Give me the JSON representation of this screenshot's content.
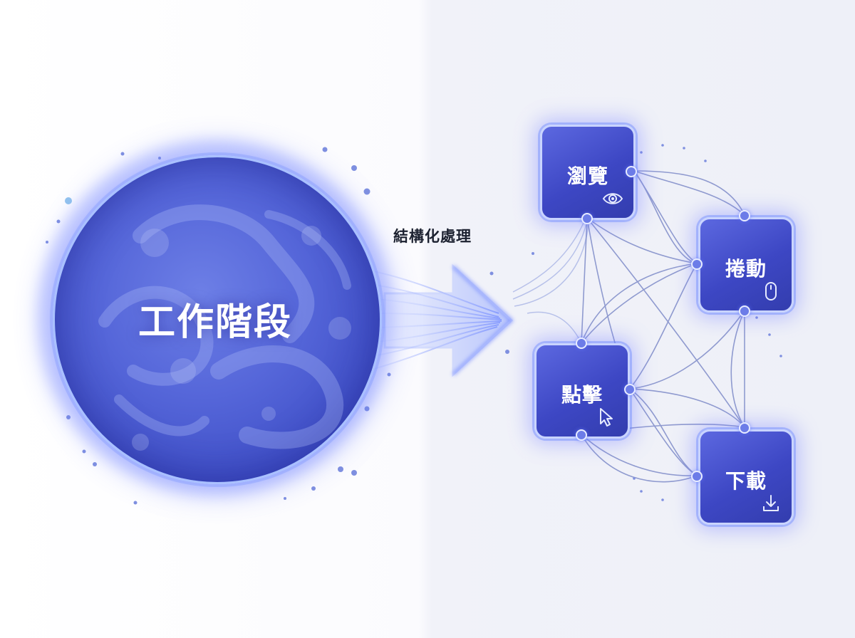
{
  "session": {
    "label": "工作階段"
  },
  "arrow": {
    "label": "結構化處理"
  },
  "nodes": [
    {
      "label": "瀏覽",
      "icon": "eye-icon"
    },
    {
      "label": "捲動",
      "icon": "mouse-icon"
    },
    {
      "label": "點擊",
      "icon": "cursor-arrow-icon"
    },
    {
      "label": "下載",
      "icon": "download-icon"
    }
  ],
  "colors": {
    "primary": "#4a57d4",
    "glow": "#8a9cff",
    "line": "#7f8cc8",
    "text_dark": "#1c2130"
  }
}
